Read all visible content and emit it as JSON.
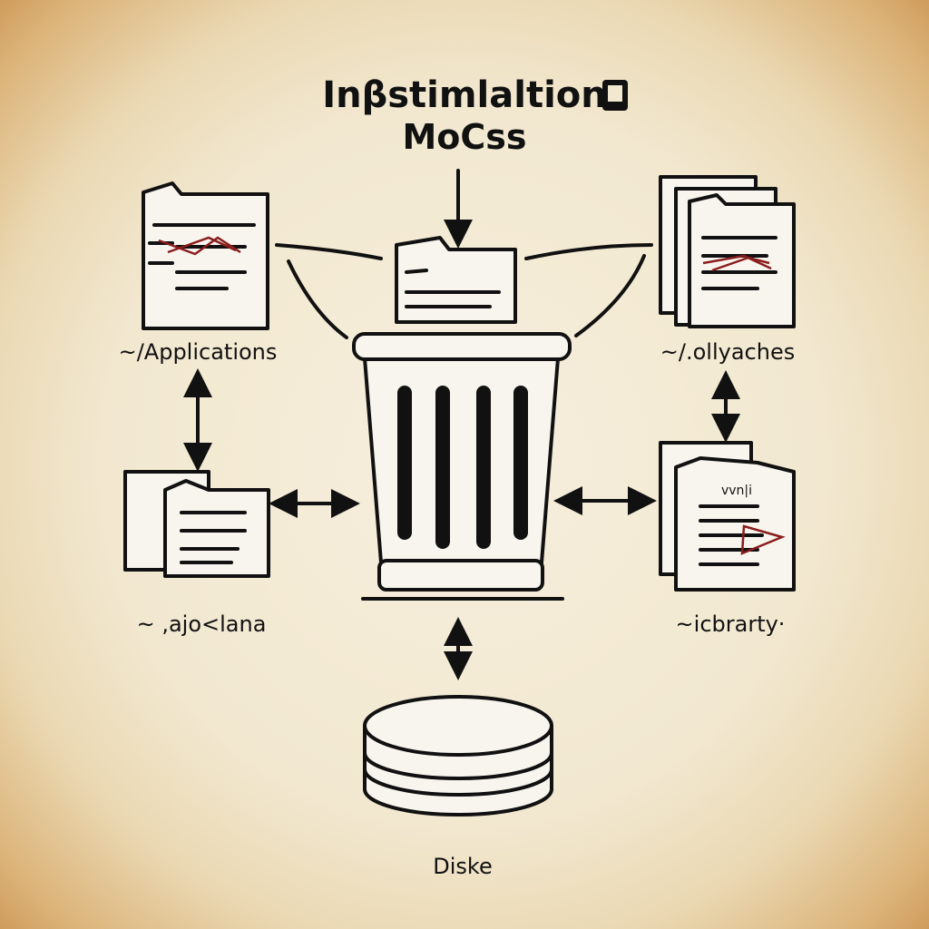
{
  "title": {
    "line1": "Inβstimlaltion",
    "line2": "MoCss"
  },
  "nodes": {
    "top_left": "~/Applications",
    "mid_left": "~ ,ajo<lana",
    "top_right": "~/.ollyaches",
    "mid_right": "~icbrarty·",
    "bottom": "Diske"
  },
  "file_heading": "vvn|i",
  "center": "trash-can",
  "colors": {
    "ink": "#111111",
    "paper": "#f2e8d0",
    "accent": "#8a1d1d"
  }
}
